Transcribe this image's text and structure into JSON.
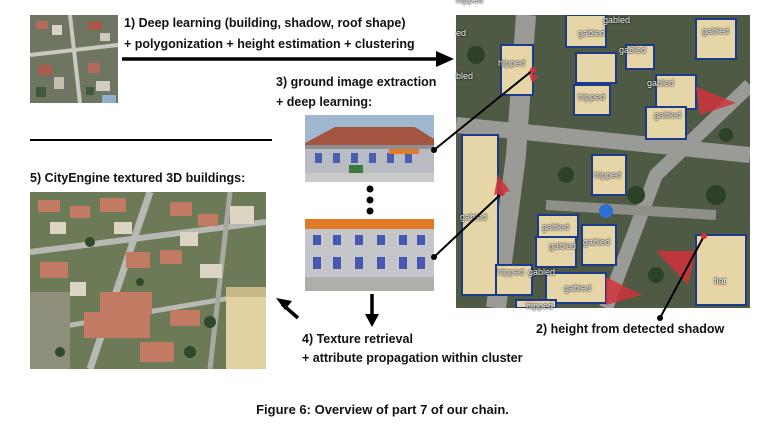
{
  "steps": {
    "step1_line1": "1) Deep learning (building, shadow, roof shape)",
    "step1_line2": "+ polygonization + height estimation + clustering",
    "step3_line1": "3) ground image extraction",
    "step3_line2": "+ deep learning:",
    "step5": "5) CityEngine textured 3D buildings:",
    "step4_line1": "4) Texture retrieval",
    "step4_line2": "+ attribute propagation within cluster",
    "step2": "2) height from detected shadow"
  },
  "roof_labels": [
    "gabled",
    "gabled",
    "gabled",
    "hipped",
    "hipped",
    "gabled",
    "gabled",
    "hipped",
    "gabled",
    "gabled",
    "gabled",
    "gabled",
    "hipped",
    "gabled",
    "gabled",
    "flat",
    "hipped",
    "gabled",
    "ed",
    "bled",
    "hipped"
  ],
  "caption": "Figure 6: Overview of part 7 of our chain."
}
